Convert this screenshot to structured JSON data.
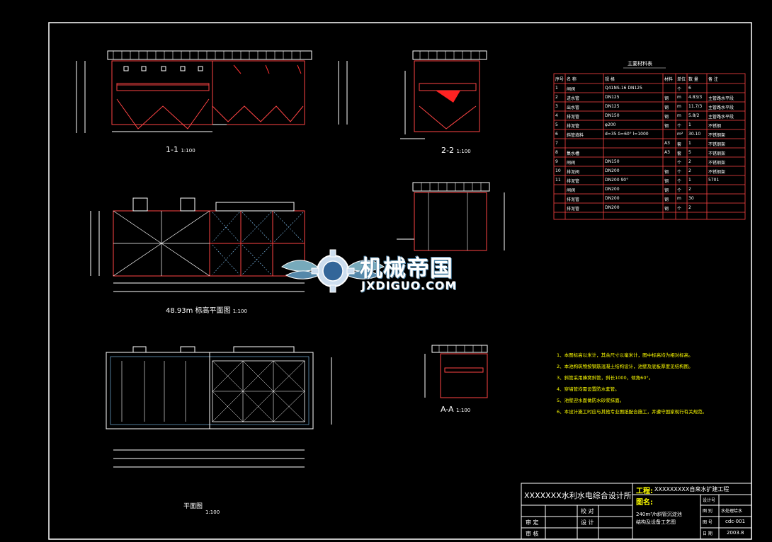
{
  "views": {
    "section_1_1": {
      "label": "1-1",
      "scale": "1:100"
    },
    "section_2_2": {
      "label": "2-2",
      "scale": "1:100"
    },
    "elevation": {
      "label": "48.93m 标高平面图",
      "scale": "1:100"
    },
    "section_a_a": {
      "label": "A-A",
      "scale": "1:100"
    },
    "plan": {
      "label": "平面图",
      "scale": "1:100"
    }
  },
  "table": {
    "title": "主要材料表",
    "headers": [
      "序号",
      "名 称",
      "规 格",
      "材料",
      "单位",
      "数 量",
      "备 注"
    ],
    "rows": [
      [
        "1",
        "闸阀",
        "Q41NS-16 DN125",
        "",
        "个",
        "6",
        ""
      ],
      [
        "2",
        "进水管",
        "DN125",
        "钢",
        "m",
        "4.83/3",
        "主管路水平段"
      ],
      [
        "3",
        "出水管",
        "DN125",
        "钢",
        "m",
        "11.7/3",
        "主管路水平段"
      ],
      [
        "4",
        "排泥管",
        "DN150",
        "钢",
        "m",
        "5.8/2",
        "主管路水平段"
      ],
      [
        "5",
        "排泥管",
        "φ200",
        "钢",
        "个",
        "1",
        "不锈钢"
      ],
      [
        "6",
        "斜管填料",
        "d=35 δ=60° l=1000",
        "",
        "m²",
        "30.10",
        "不锈钢架"
      ],
      [
        "7",
        "",
        "",
        "A3",
        "套",
        "1",
        "不锈钢架"
      ],
      [
        "8",
        "集水槽",
        "",
        "A3",
        "套",
        "5",
        "不锈钢架"
      ],
      [
        "9",
        "闸阀",
        "DN150",
        "",
        "个",
        "2",
        "不锈钢架"
      ],
      [
        "10",
        "排泥阀",
        "DN200",
        "钢",
        "个",
        "2",
        "不锈钢架"
      ],
      [
        "11",
        "排泥管",
        "DN200 90°",
        "钢",
        "个",
        "1",
        "5701"
      ],
      [
        "",
        "闸阀",
        "DN200",
        "钢",
        "个",
        "2",
        ""
      ],
      [
        "",
        "排泥管",
        "DN200",
        "钢",
        "m",
        "30",
        ""
      ],
      [
        "",
        "排泥管",
        "DN200",
        "钢",
        "个",
        "2",
        ""
      ]
    ]
  },
  "notes": [
    "1、本图标高以米计，其余尺寸以毫米计，图中标高均为相对标高。",
    "2、本池构筑物按钢筋混凝土结构设计，池壁及底板厚度见结构图。",
    "3、斜管采用蜂窝斜管，斜长1000，倾角60°。",
    "4、穿墙管均需设置防水套管。",
    "5、池壁迎水面做防水砂浆抹面。",
    "6、本设计施工时应与其他专业图纸配合施工，并遵守国家现行有关规范。"
  ],
  "title_block": {
    "company": "XXXXXXX水利水电综合设计所",
    "project_label": "工程:",
    "project_name": "XXXXXXXXX自来水扩建工程",
    "drawing_label": "图名:",
    "drawing_name": "240m³/h斜管沉淀池",
    "drawing_name_2": "结构及设备工艺图",
    "rows_left": [
      "审 定",
      "审 核"
    ],
    "rows_mid": [
      "校 对",
      "设 计"
    ],
    "right_labels": [
      "设计号",
      "图 别",
      "图 号",
      "日 期"
    ],
    "right_values": [
      "",
      "水处理给水",
      "cdc-001",
      "2003.8"
    ]
  },
  "watermark": {
    "title": "机械帝国",
    "subtitle": "JXDIGUO.COM"
  }
}
